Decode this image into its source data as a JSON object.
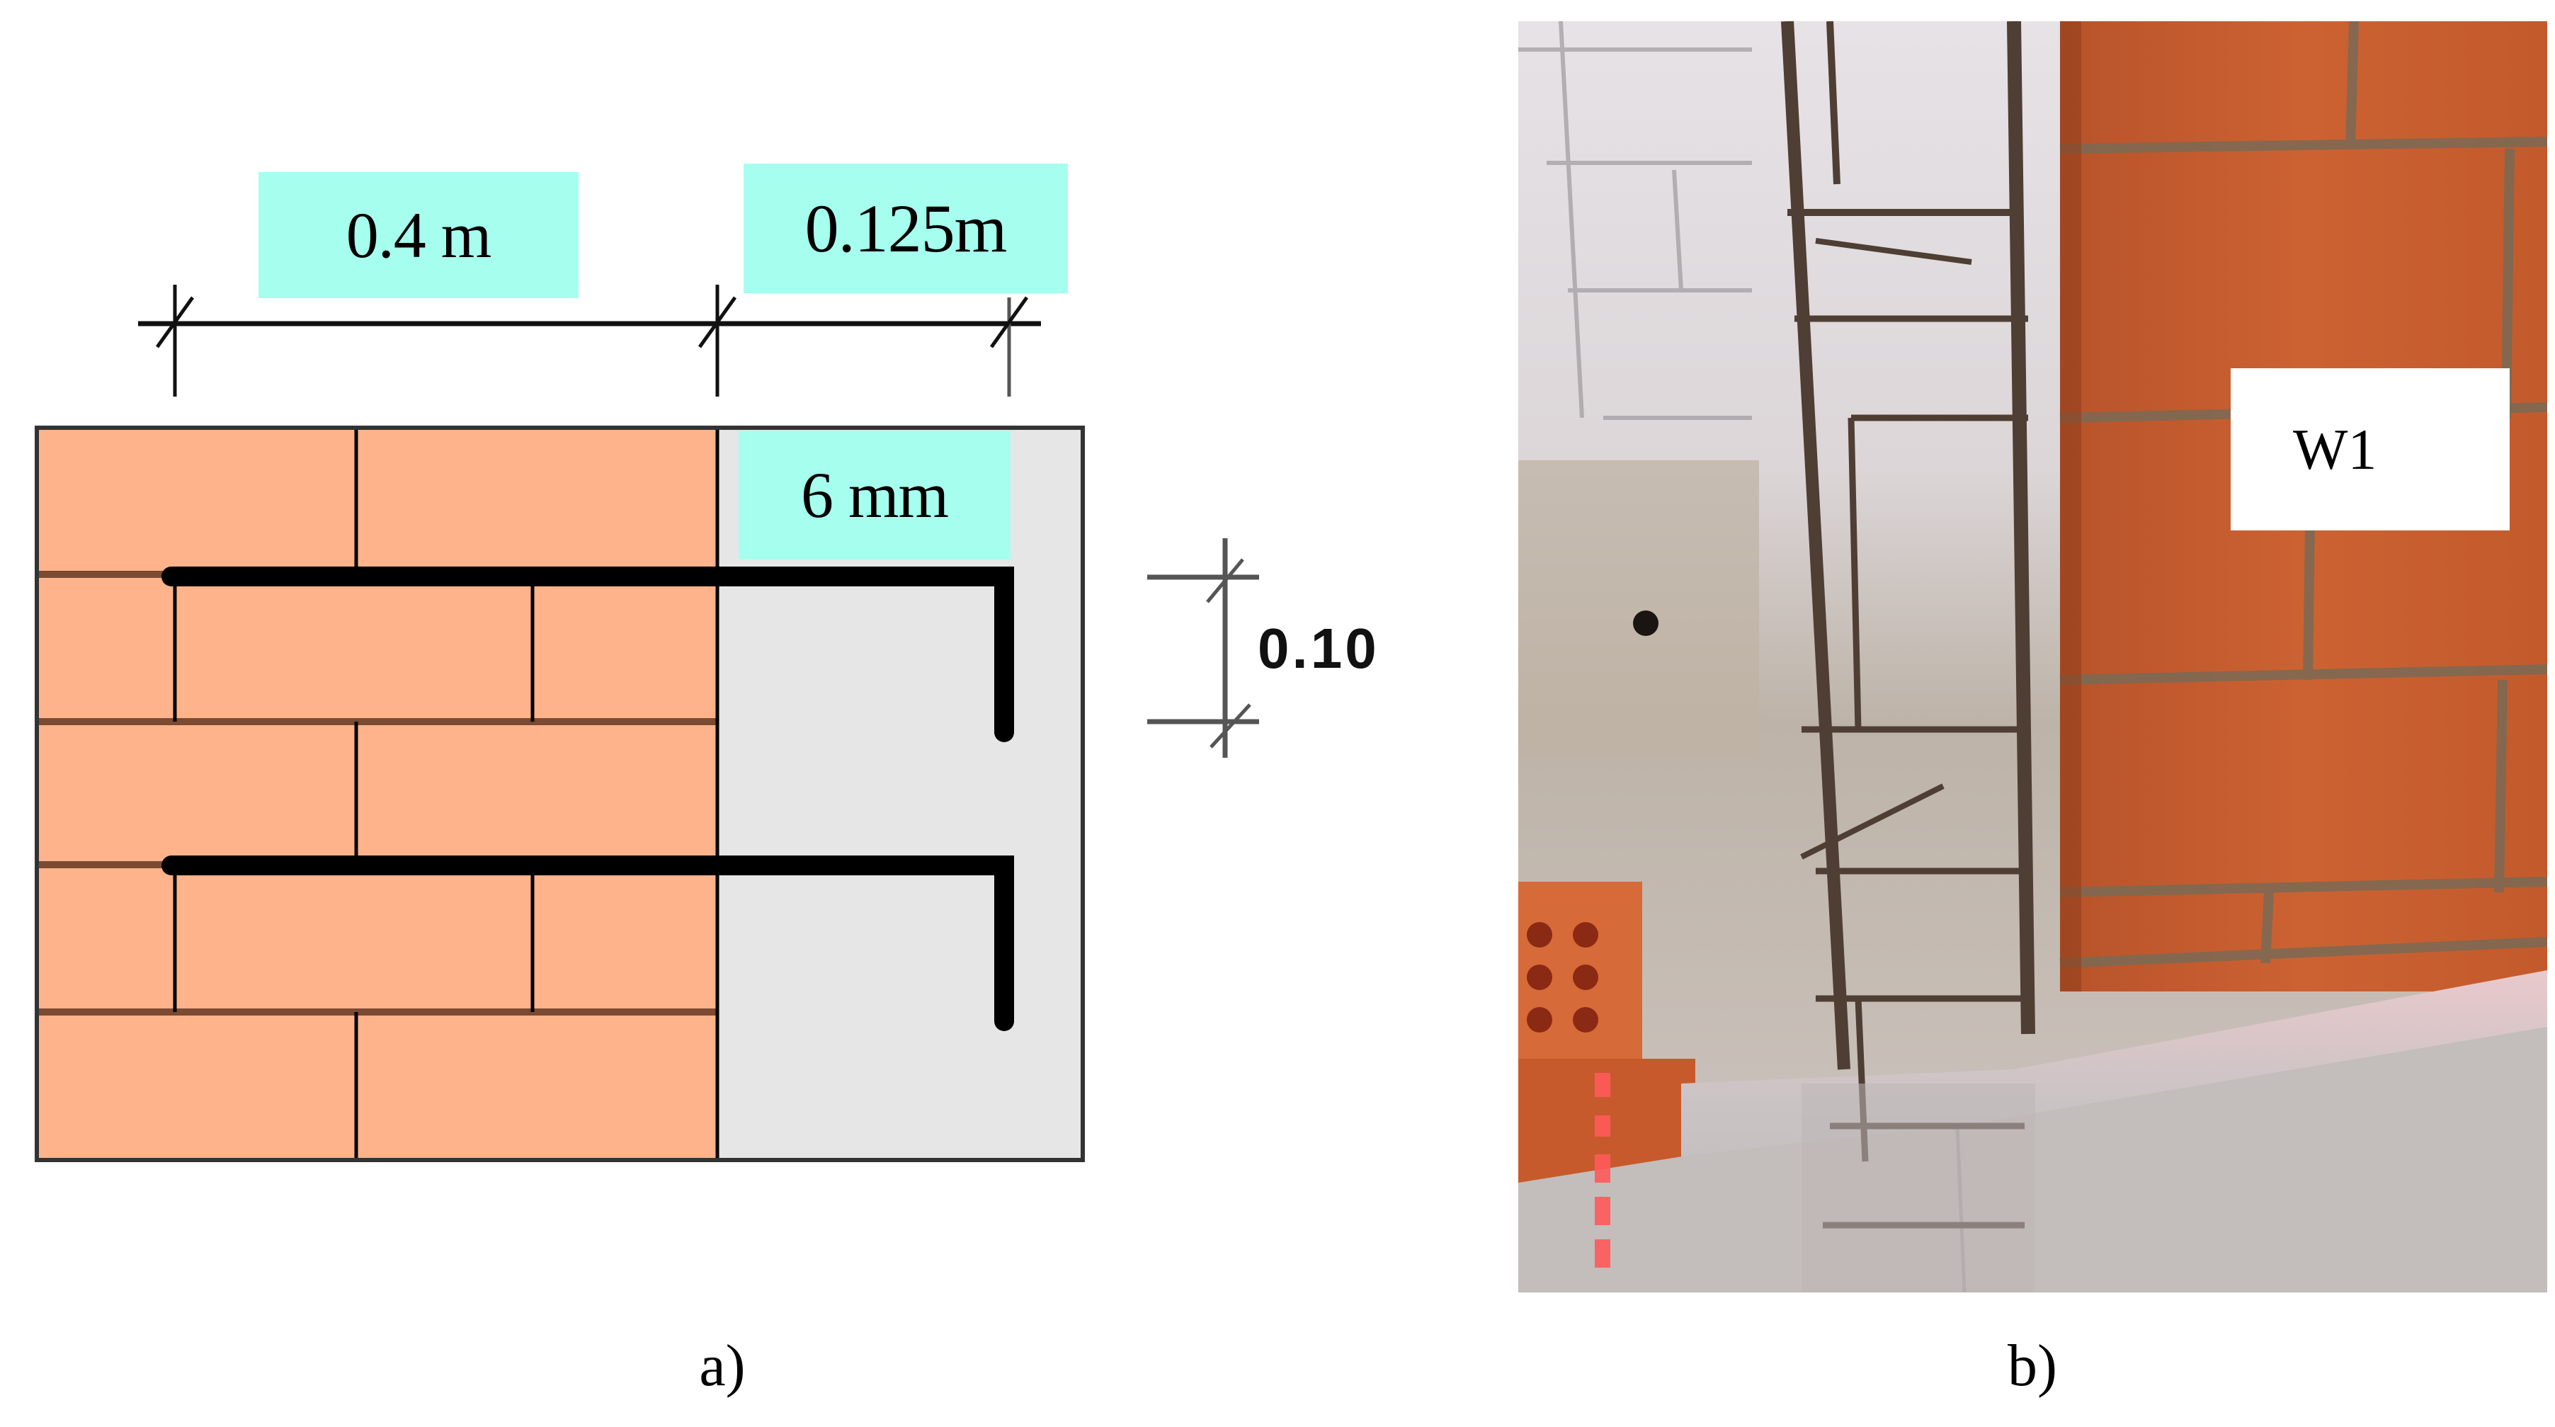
{
  "figure_a": {
    "caption": "a)",
    "dimensions": {
      "top_left": "0.4 m",
      "top_right": "0.125m",
      "rebar_diameter": "6 mm",
      "rebar_spacing": "0.10"
    },
    "colors": {
      "brick": "#ffb38a",
      "concrete_column": "#e6e6e6",
      "label_background": "#a6ffee",
      "rebar": "#000000",
      "mortar_joint": "#7a4a33"
    }
  },
  "figure_b": {
    "caption": "b)",
    "photo_label": "W1",
    "colors": {
      "brick_wall": "#c8602e",
      "concrete": "#c9c4c4",
      "date_stamp": "#ff5a5a"
    }
  }
}
